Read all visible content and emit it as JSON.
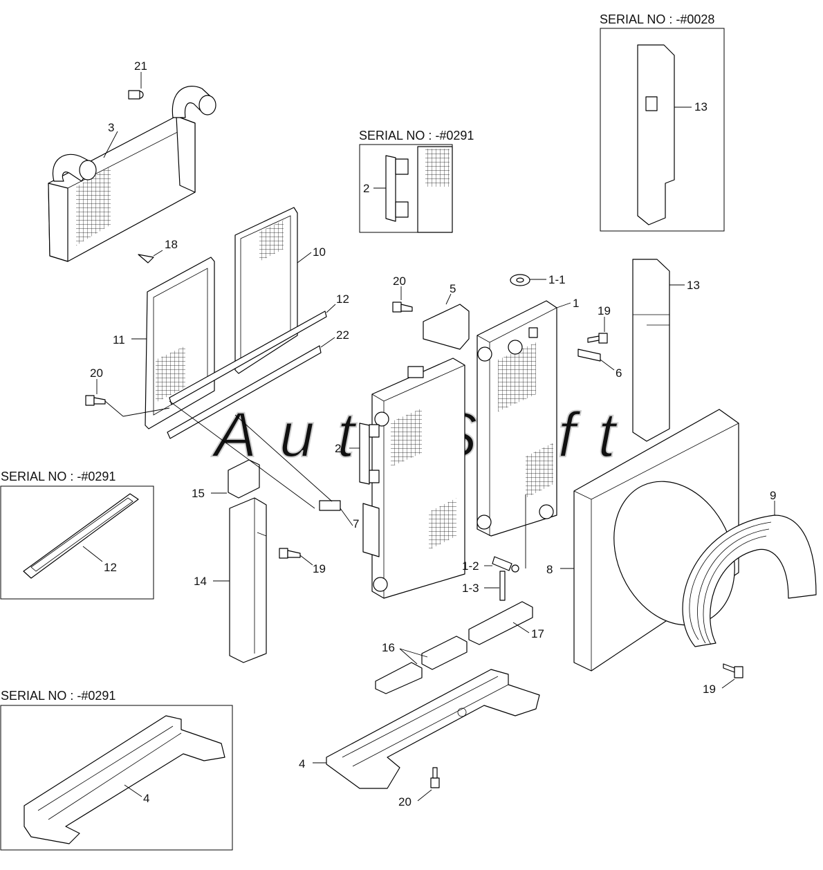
{
  "watermark": "AutoSoft",
  "serials": {
    "s0028": "SERIAL NO : -#0028",
    "s0291_top": "SERIAL NO : -#0291",
    "s0291_left": "SERIAL NO : -#0291",
    "s0291_bottom": "SERIAL NO : -#0291"
  },
  "labels": {
    "p21": "21",
    "p3": "3",
    "p18": "18",
    "p10": "10",
    "p11": "11",
    "p12": "12",
    "p22": "22",
    "p20a": "20",
    "p2_inset": "2",
    "p20b": "20",
    "p5": "5",
    "p1_1": "1-1",
    "p1": "1",
    "p19a": "19",
    "p6": "6",
    "p13_inset": "13",
    "p13": "13",
    "p2": "2",
    "p7": "7",
    "p15": "15",
    "p19b": "19",
    "p14": "14",
    "p12_inset": "12",
    "p1_2": "1-2",
    "p1_3": "1-3",
    "p8": "8",
    "p9": "9",
    "p17": "17",
    "p16": "16",
    "p19c": "19",
    "p4_inset": "4",
    "p4": "4",
    "p20c": "20"
  }
}
